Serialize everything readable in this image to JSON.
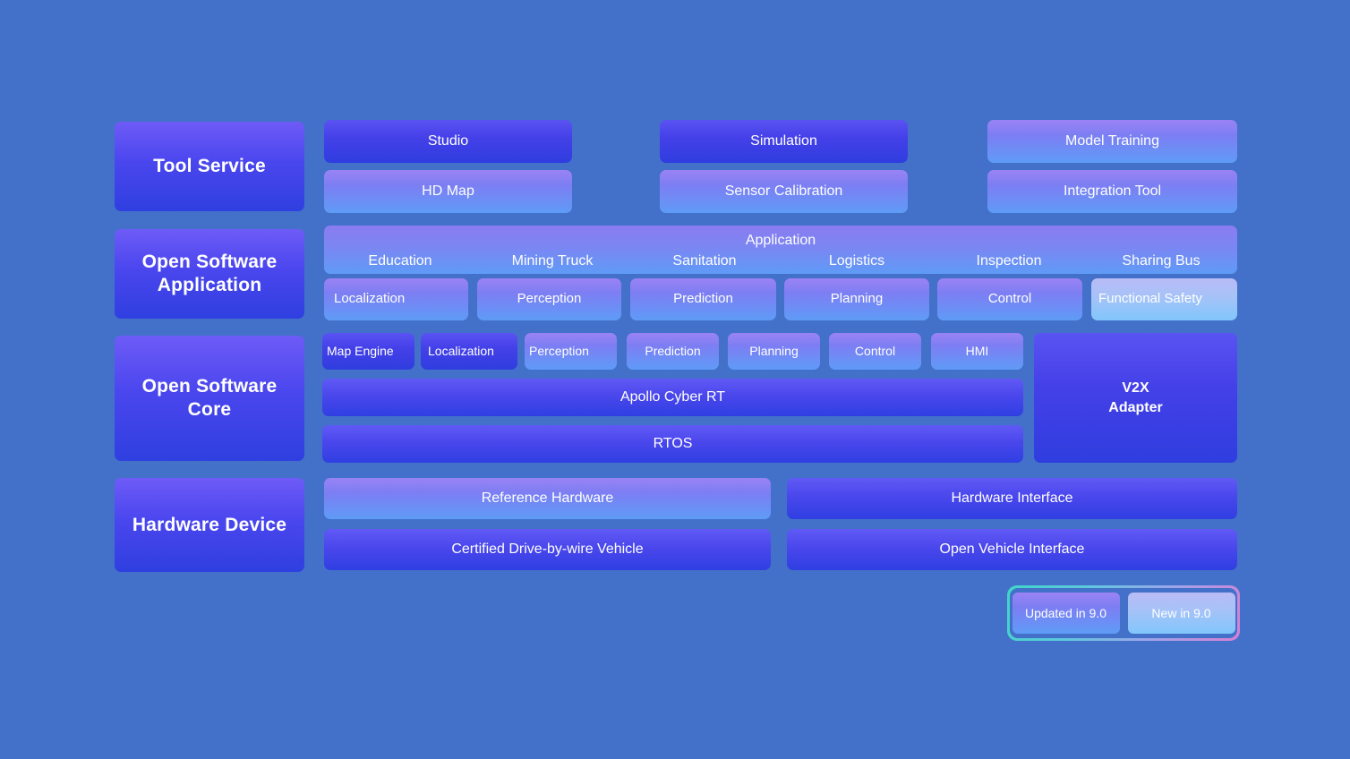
{
  "background_color": "#4371c9",
  "layers": [
    {
      "key": "tool_service",
      "label": "Tool Service"
    },
    {
      "key": "open_sw_app",
      "label": "Open Software Application"
    },
    {
      "key": "open_sw_core",
      "label": "Open Software Core"
    },
    {
      "key": "hardware",
      "label": "Hardware Device"
    }
  ],
  "tool_service": {
    "title": "Tool Service",
    "columns": [
      {
        "top": "Studio",
        "bottom": "HD Map"
      },
      {
        "top": "Simulation",
        "bottom": "Sensor Calibration"
      },
      {
        "top": "Model Training",
        "bottom": "Integration Tool"
      }
    ]
  },
  "open_software_application": {
    "title": "Open Software Application",
    "banner_title": "Application",
    "verticals": [
      "Education",
      "Mining Truck",
      "Sanitation",
      "Logistics",
      "Inspection",
      "Sharing Bus"
    ],
    "modules": [
      "Localization",
      "Perception",
      "Prediction",
      "Planning",
      "Control",
      "Functional Safety"
    ]
  },
  "open_software_core": {
    "title": "Open Software Core",
    "modules": [
      "Map Engine",
      "Localization",
      "Perception",
      "Prediction",
      "Planning",
      "Control",
      "HMI"
    ],
    "middleware": "Apollo Cyber RT",
    "os": "RTOS",
    "v2x_line1": "V2X",
    "v2x_line2": "Adapter"
  },
  "hardware_device": {
    "title": "Hardware Device",
    "left_top": "Reference Hardware",
    "left_bottom": "Certified Drive-by-wire Vehicle",
    "right_top": "Hardware Interface",
    "right_bottom": "Open Vehicle Interface"
  },
  "legend": {
    "updated": "Updated in 9.0",
    "new": "New in 9.0",
    "updated_color": "#7d7ef3",
    "new_color": "#a8c2f8",
    "border_from": "#3fd6c8",
    "border_to": "#d87fd4"
  }
}
